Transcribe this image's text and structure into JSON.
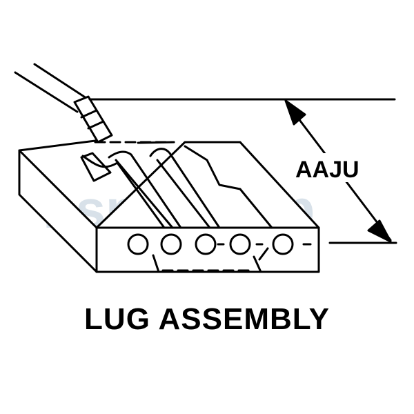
{
  "diagram": {
    "title": "LUG ASSEMBLY",
    "dimension_label": "AAJU",
    "watermark": "nsnlookup",
    "colors": {
      "ink": "#000000",
      "background": "#ffffff",
      "watermark": "#a9bccf"
    }
  }
}
